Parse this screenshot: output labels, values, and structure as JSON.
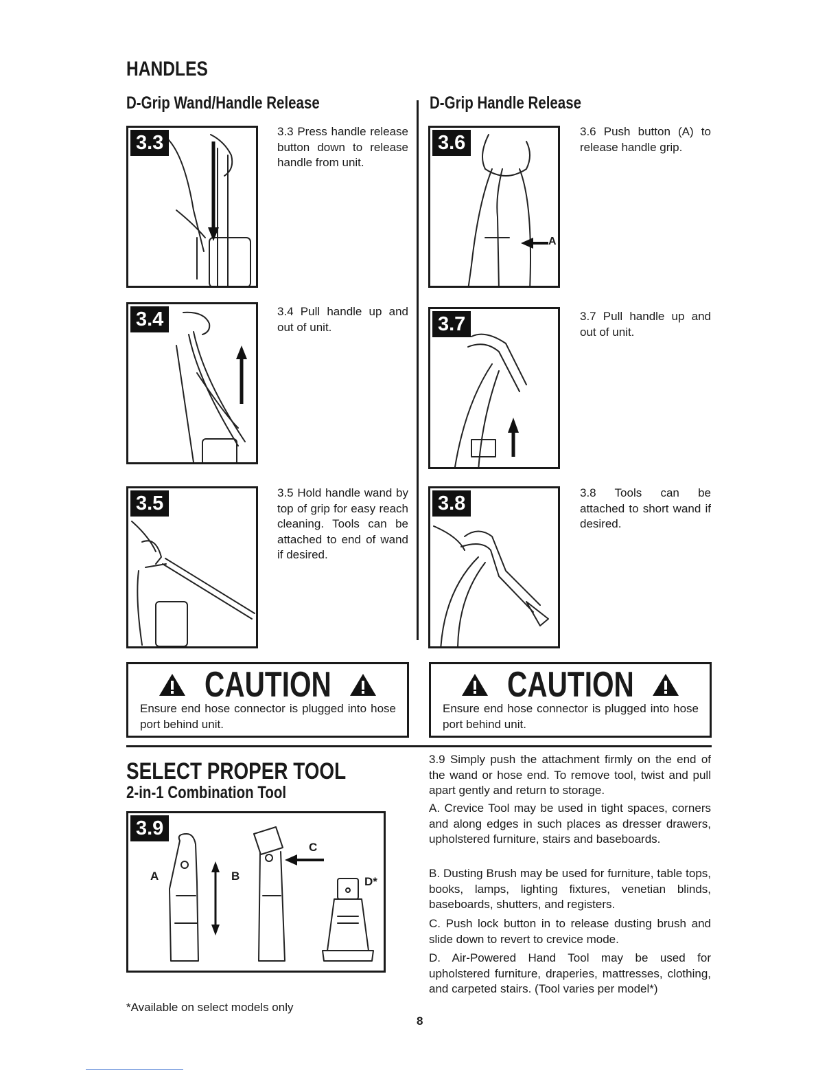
{
  "section": {
    "title": "HANDLES"
  },
  "left_column": {
    "subtitle": "D-Grip Wand/Handle Release",
    "steps": [
      {
        "label": "3.3",
        "text": "3.3 Press handle release button down to release handle from unit."
      },
      {
        "label": "3.4",
        "text": "3.4 Pull handle up and out of unit."
      },
      {
        "label": "3.5",
        "text": "3.5 Hold handle wand by top of grip for easy reach cleaning. Tools can be attached to end of wand if desired."
      }
    ],
    "caution": {
      "title": "CAUTION",
      "text": "Ensure end hose connector is plugged into hose port behind unit."
    }
  },
  "right_column": {
    "subtitle": "D-Grip Handle Release",
    "steps": [
      {
        "label": "3.6",
        "text": "3.6 Push button (A) to release handle grip.",
        "callout": "A"
      },
      {
        "label": "3.7",
        "text": "3.7 Pull handle up and out of unit."
      },
      {
        "label": "3.8",
        "text": "3.8 Tools can be attached to short wand if desired."
      }
    ],
    "caution": {
      "title": "CAUTION",
      "text": "Ensure end hose connector is plugged into hose port behind unit."
    }
  },
  "tools": {
    "title": "SELECT PROPER TOOL",
    "subtitle": "2-in-1 Combination Tool",
    "figure": {
      "label": "3.9",
      "callouts": [
        "A",
        "B",
        "C",
        "D*"
      ]
    },
    "footnote": "*Available on select models only",
    "paragraphs": [
      "3.9 Simply push the attachment firmly on the end of the wand or hose end. To remove tool, twist and pull apart gently and return to storage.",
      "A. Crevice Tool may be used in tight spaces, corners and along edges in such places as dresser drawers, upholstered furniture, stairs and baseboards.",
      "B. Dusting Brush may be used for furniture, table tops, books, lamps, lighting fixtures, venetian blinds, baseboards, shutters, and registers.",
      "C. Push lock button in to release dusting brush and slide down to revert to crevice mode.",
      "D. Air-Powered Hand Tool may be used for upholstered furniture, draperies, mattresses, clothing, and carpeted stairs. (Tool varies per model*)"
    ]
  },
  "page_number": "8"
}
